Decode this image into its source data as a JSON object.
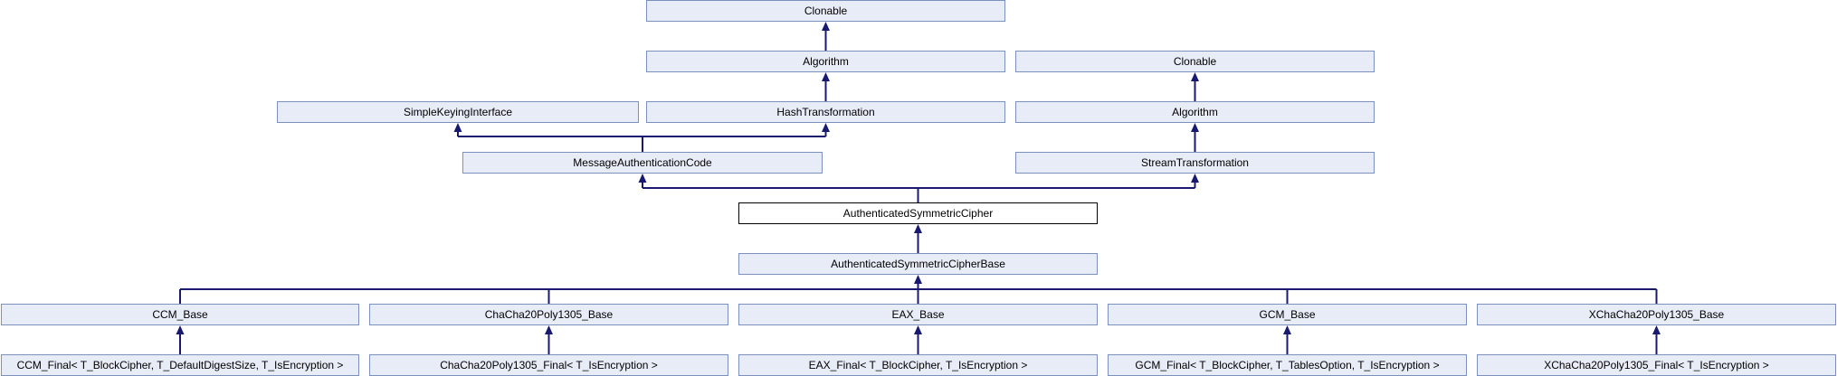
{
  "colors": {
    "node_fill": "#e8ecf6",
    "node_border": "#7c90c0",
    "node_text": "#000000",
    "highlight_border": "#000000",
    "highlight_fill": "#ffffff",
    "edge_color": "#191970",
    "background": "#ffffff"
  },
  "diagram": {
    "highlighted_node": "AuthenticatedSymmetricCipher",
    "nodes": {
      "clonable_top": {
        "label": "Clonable"
      },
      "algorithm_mid": {
        "label": "Algorithm"
      },
      "clonable_right": {
        "label": "Clonable"
      },
      "simple_keying_interface": {
        "label": "SimpleKeyingInterface"
      },
      "hash_transformation": {
        "label": "HashTransformation"
      },
      "algorithm_right": {
        "label": "Algorithm"
      },
      "message_authentication_code": {
        "label": "MessageAuthenticationCode"
      },
      "stream_transformation": {
        "label": "StreamTransformation"
      },
      "authenticated_symmetric_cipher": {
        "label": "AuthenticatedSymmetricCipher"
      },
      "authenticated_symmetric_cipher_base": {
        "label": "AuthenticatedSymmetricCipherBase"
      },
      "ccm_base": {
        "label": "CCM_Base"
      },
      "chacha20poly1305_base": {
        "label": "ChaCha20Poly1305_Base"
      },
      "eax_base": {
        "label": "EAX_Base"
      },
      "gcm_base": {
        "label": "GCM_Base"
      },
      "xchacha20poly1305_base": {
        "label": "XChaCha20Poly1305_Base"
      },
      "ccm_final": {
        "label": "CCM_Final< T_BlockCipher, T_DefaultDigestSize, T_IsEncryption >"
      },
      "chacha20poly1305_final": {
        "label": "ChaCha20Poly1305_Final< T_IsEncryption >"
      },
      "eax_final": {
        "label": "EAX_Final< T_BlockCipher, T_IsEncryption >"
      },
      "gcm_final": {
        "label": "GCM_Final< T_BlockCipher, T_TablesOption, T_IsEncryption >"
      },
      "xchacha20poly1305_final": {
        "label": "XChaCha20Poly1305_Final< T_IsEncryption >"
      }
    }
  }
}
